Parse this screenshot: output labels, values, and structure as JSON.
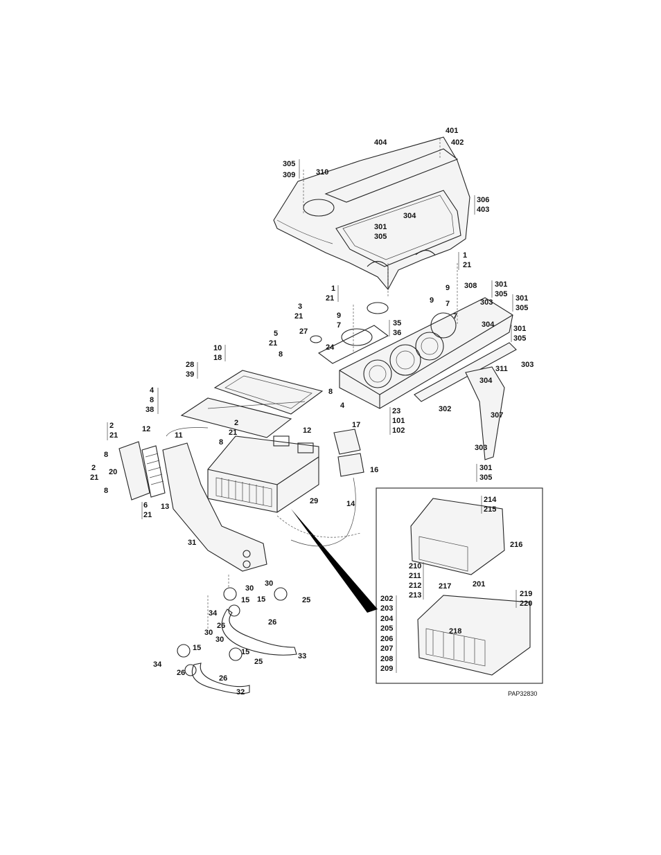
{
  "figure_id": "PAP32830",
  "labels": {
    "c401": "401",
    "c402": "402",
    "c404": "404",
    "c305a": "305",
    "c309": "309",
    "c310": "310",
    "c306": "306",
    "c403": "403",
    "c304a": "304",
    "c301a": "301",
    "c305b": "305",
    "c1a": "1",
    "c21a": "21",
    "c1b": "1",
    "c21b": "21",
    "c9a": "9",
    "c7a": "7",
    "c35": "35",
    "c36": "36",
    "c3": "3",
    "c21c": "21",
    "c27": "27",
    "c24": "24",
    "c5": "5",
    "c21d": "21",
    "c8a": "8",
    "c9b": "9",
    "c9c": "9",
    "c7b": "7",
    "c7c": "7",
    "c308": "308",
    "c301b": "301",
    "c305c": "305",
    "c303a": "303",
    "c301c": "301",
    "c305d": "305",
    "c304b": "304",
    "c301d": "301",
    "c305e": "305",
    "c303b": "303",
    "c10": "10",
    "c18": "18",
    "c28": "28",
    "c39": "39",
    "c311": "311",
    "c304c": "304",
    "c8b": "8",
    "c4a": "4",
    "c23": "23",
    "c101": "101",
    "c102": "102",
    "c302": "302",
    "c307": "307",
    "c4b": "4",
    "c8c": "8",
    "c38": "38",
    "c2a": "2",
    "c21e": "21",
    "c8d": "8",
    "c12a": "12",
    "c11": "11",
    "c2b": "2",
    "c21f": "21",
    "c8e": "8",
    "c12b": "12",
    "c17": "17",
    "c303c": "303",
    "c301e": "301",
    "c305f": "305",
    "c2c": "2",
    "c21g": "21",
    "c20": "20",
    "c8f": "8",
    "c16": "16",
    "c6": "6",
    "c21h": "21",
    "c13": "13",
    "c29": "29",
    "c14": "14",
    "c214": "214",
    "c215": "215",
    "c216": "216",
    "c210": "210",
    "c211": "211",
    "c212": "212",
    "c213": "213",
    "c217": "217",
    "c201": "201",
    "c31": "31",
    "c202": "202",
    "c203": "203",
    "c204": "204",
    "c205": "205",
    "c206": "206",
    "c207": "207",
    "c208": "208",
    "c209": "209",
    "c219": "219",
    "c220": "220",
    "c218": "218",
    "c30a": "30",
    "c15a": "15",
    "c25a": "25",
    "c34a": "34",
    "c26a": "26",
    "c30b": "30",
    "c15b": "15",
    "c26b": "26",
    "c33": "33",
    "c30c": "30",
    "c30d": "30",
    "c15c": "15",
    "c15d": "15",
    "c25b": "25",
    "c34b": "34",
    "c26c": "26",
    "c26d": "26",
    "c32": "32"
  }
}
